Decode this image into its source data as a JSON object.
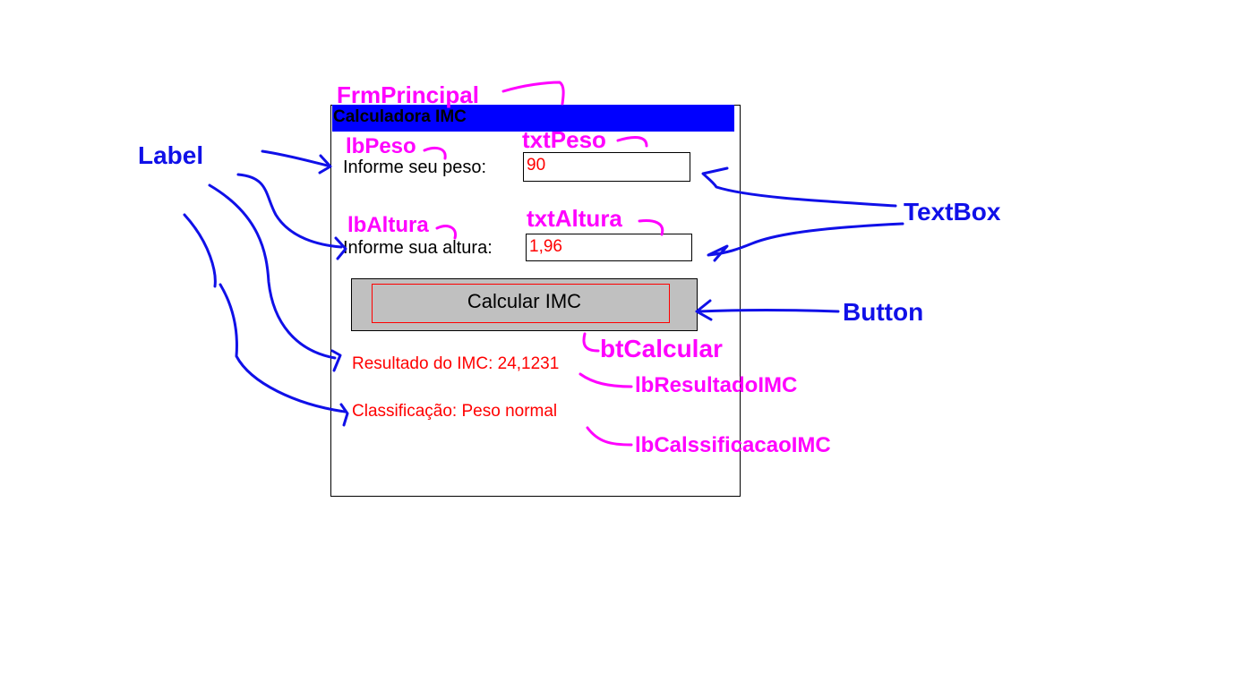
{
  "form": {
    "title": "Calculadora IMC",
    "weight_label": "Informe seu peso:",
    "weight_value": "90",
    "height_label": "Informe sua altura:",
    "height_value": "1,96",
    "calculate_button": "Calcular IMC",
    "result_text": "Resultado do IMC: 24,1231",
    "classification_text": "Classificação: Peso normal"
  },
  "annotations": {
    "form_name": "FrmPrincipal",
    "weight_label_name": "lbPeso",
    "weight_textbox_name": "txtPeso",
    "height_label_name": "lbAltura",
    "height_textbox_name": "txtAltura",
    "button_name": "btCalcular",
    "result_label_name": "lbResultadoIMC",
    "classification_label_name": "lbCalssificacaoIMC",
    "label_type": "Label",
    "textbox_type": "TextBox",
    "button_type": "Button"
  },
  "colors": {
    "title_bar": "#0000ff",
    "value_text": "#ff0000",
    "annotation_magenta": "#ff00ff",
    "annotation_blue": "#1010e8",
    "button_face": "#c0c0c0"
  }
}
